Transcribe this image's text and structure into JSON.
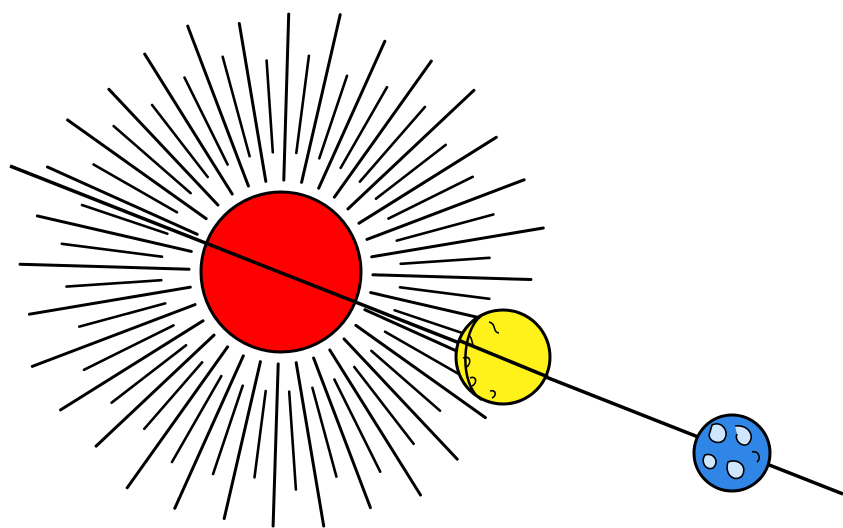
{
  "diagram": {
    "description_free": true,
    "colors": {
      "background": "#ffffff",
      "sun_fill": "#ff0000",
      "rays": "#000000",
      "axis_line": "#000000",
      "moon_fill": "#fff21a",
      "earth_fill": "#2f86e6",
      "outline": "#000000"
    },
    "bodies": [
      {
        "name": "sun",
        "icon": "sun-icon"
      },
      {
        "name": "moon",
        "icon": "moon-icon"
      },
      {
        "name": "earth",
        "icon": "earth-icon"
      }
    ],
    "ray_count": 64
  }
}
